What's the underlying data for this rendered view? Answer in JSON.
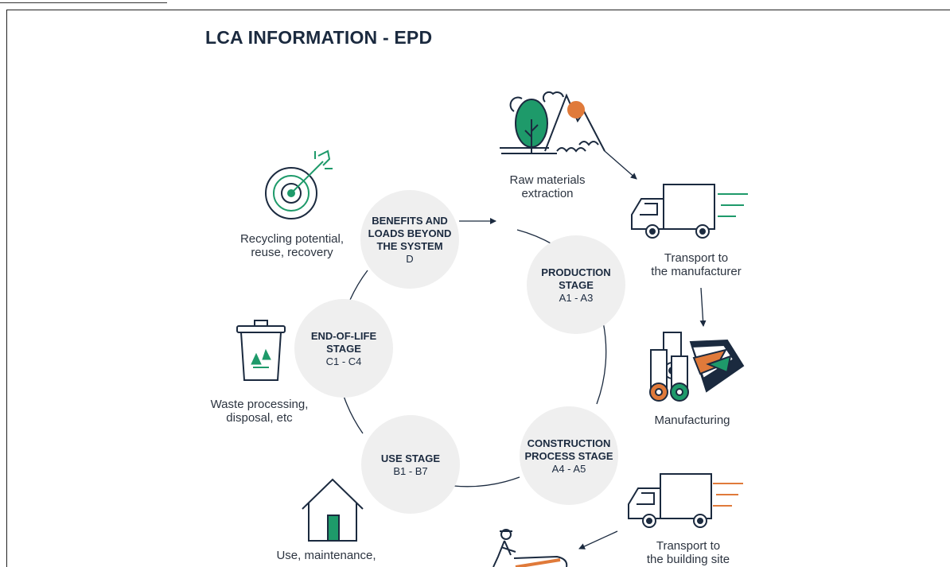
{
  "header": {
    "title": "LCA INFORMATION - EPD"
  },
  "stages": [
    {
      "name": "BENEFITS AND\nLOADS BEYOND\nTHE SYSTEM",
      "code": "D"
    },
    {
      "name": "PRODUCTION\nSTAGE",
      "code": "A1 - A3"
    },
    {
      "name": "CONSTRUCTION\nPROCESS STAGE",
      "code": "A4 -  A5"
    },
    {
      "name": "USE STAGE",
      "code": "B1 - B7"
    },
    {
      "name": "END-OF-LIFE\nSTAGE",
      "code": "C1 - C4"
    }
  ],
  "labels": {
    "raw": "Raw materials\nextraction",
    "transport_manufacturer": "Transport to\nthe manufacturer",
    "manufacturing": "Manufacturing",
    "transport_site": "Transport to\nthe building site",
    "use": "Use, maintenance,",
    "waste": "Waste processing,\ndisposal, etc",
    "recycling": "Recycling potential,\nreuse, recovery"
  },
  "colors": {
    "navy": "#1b2a3f",
    "green": "#1e9a6a",
    "orange": "#e07a3a",
    "circle_bg": "#efefef"
  }
}
